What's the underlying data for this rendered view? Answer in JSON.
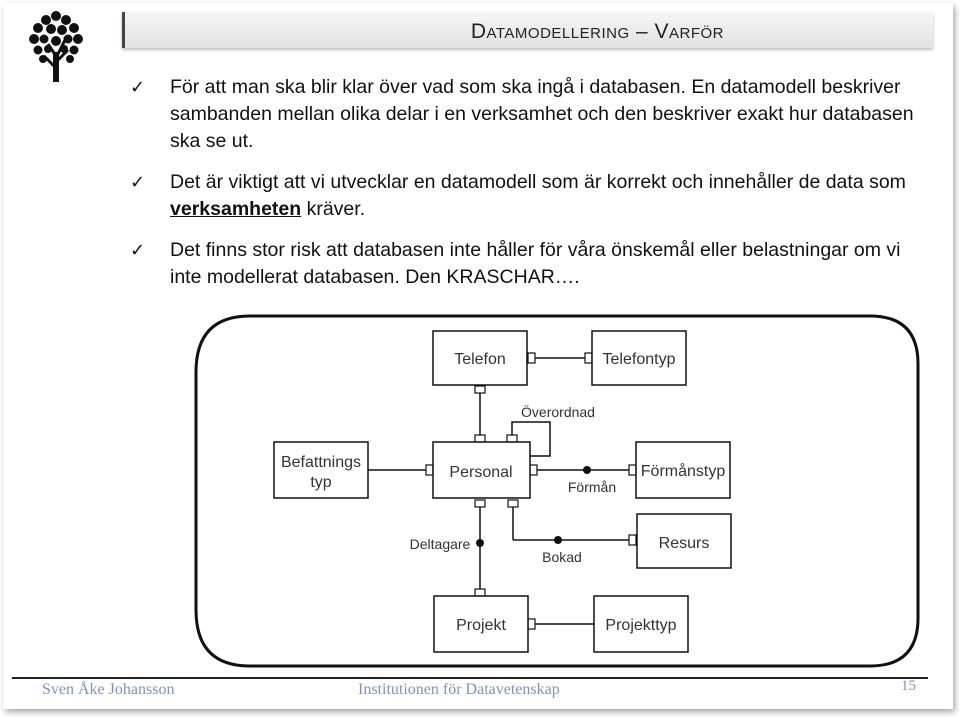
{
  "title": {
    "main_cap": "D",
    "main_rest": "atamodellering",
    "dash": " – ",
    "sub_cap": "V",
    "sub_rest": "arför"
  },
  "bullets": [
    {
      "text_plain": "För att man ska blir klar över vad som ska ingå i databasen. En datamodell beskriver sambanden mellan olika delar i en verksamhet och den beskriver exakt hur databasen ska se ut."
    },
    {
      "text_before": "Det är viktigt  att vi utvecklar en datamodell som är korrekt och innehåller de data som ",
      "underlined": "verksamheten",
      "text_after": " kräver."
    },
    {
      "text_plain": "Det finns stor risk att databasen inte håller för våra önskemål eller belastningar om vi inte modellerat databasen. Den KRASCHAR…."
    }
  ],
  "diagram": {
    "entities": {
      "telefon": "Telefon",
      "telefontyp": "Telefontyp",
      "befattningstyp_line1": "Befattnings",
      "befattningstyp_line2": "typ",
      "personal": "Personal",
      "formanstyp": "Förmånstyp",
      "resurs": "Resurs",
      "projekt": "Projekt",
      "projekttyp": "Projekttyp"
    },
    "relationships": {
      "overordnad": "Överordnad",
      "forman": "Förmån",
      "deltagare": "Deltagare",
      "bokad": "Bokad"
    }
  },
  "footer": {
    "author": "Sven Åke Johansson",
    "institution": "Institutionen för Datavetenskap",
    "page_number": "15"
  },
  "colors": {
    "footer_text": "#7a93c6",
    "check_icon": "checkmark-icon"
  }
}
